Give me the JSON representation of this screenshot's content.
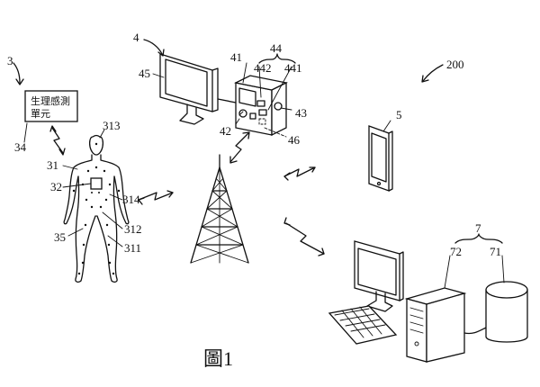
{
  "caption": "圖1",
  "sensing_unit": {
    "line1": "生理感測",
    "line2": "單元"
  },
  "labels": {
    "n200": "200",
    "n3": "3",
    "n34": "34",
    "n31": "31",
    "n32": "32",
    "n35": "35",
    "n311": "311",
    "n312": "312",
    "n313": "313",
    "n314": "314",
    "n4": "4",
    "n41": "41",
    "n42": "42",
    "n43": "43",
    "n44": "44",
    "n441": "441",
    "n442": "442",
    "n45": "45",
    "n46": "46",
    "n5": "5",
    "n7": "7",
    "n71": "71",
    "n72": "72"
  }
}
